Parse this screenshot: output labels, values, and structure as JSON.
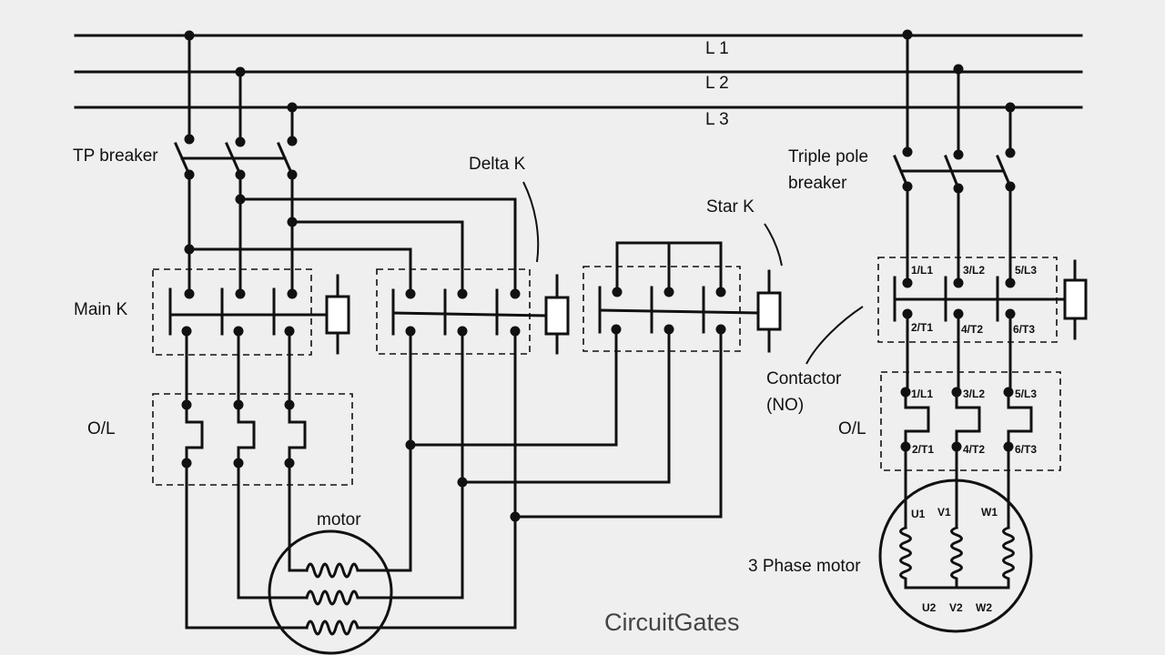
{
  "bus": {
    "l1": "L 1",
    "l2": "L 2",
    "l3": "L 3"
  },
  "left": {
    "tp_breaker": "TP breaker",
    "delta_k": "Delta K",
    "star_k": "Star K",
    "main_k": "Main K",
    "overload": "O/L",
    "motor": "motor"
  },
  "right": {
    "breaker_line1": "Triple pole",
    "breaker_line2": "breaker",
    "contactor_line1": "Contactor",
    "contactor_line2": "(NO)",
    "overload": "O/L",
    "motor": "3 Phase motor",
    "contactor_terminals": [
      "1/L1",
      "3/L2",
      "5/L3",
      "2/T1",
      "4/T2",
      "6/T3"
    ],
    "overload_terminals": [
      "1/L1",
      "3/L2",
      "5/L3",
      "2/T1",
      "4/T2",
      "6/T3"
    ],
    "motor_terminals": [
      "U1",
      "V1",
      "W1",
      "U2",
      "V2",
      "W2"
    ]
  },
  "brand": "CircuitGates"
}
